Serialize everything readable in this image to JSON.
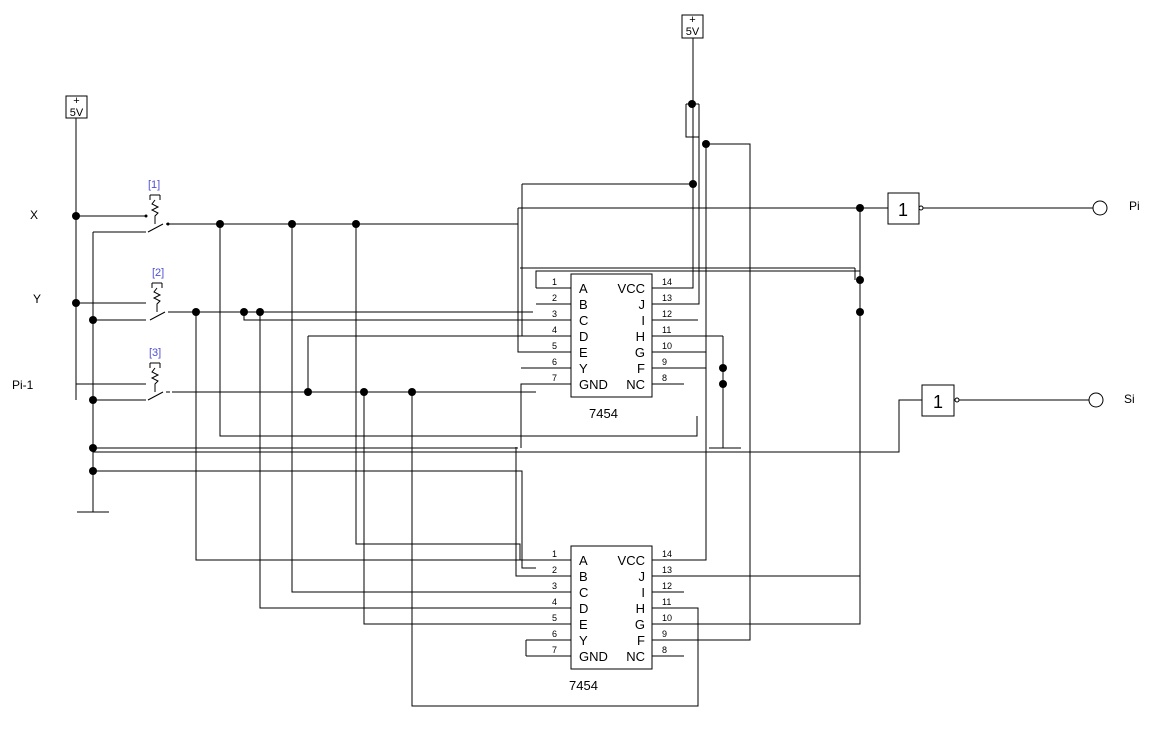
{
  "power": {
    "left_label": "5V",
    "right_label": "5V",
    "plus": "+"
  },
  "switches": [
    {
      "key": "[1]",
      "input": "X"
    },
    {
      "key": "[2]",
      "input": "Y"
    },
    {
      "key": "[3]",
      "input": "Pi-1"
    }
  ],
  "chips": [
    {
      "name": "7454",
      "left_pins": [
        {
          "num": "1",
          "label": "A"
        },
        {
          "num": "2",
          "label": "B"
        },
        {
          "num": "3",
          "label": "C"
        },
        {
          "num": "4",
          "label": "D"
        },
        {
          "num": "5",
          "label": "E"
        },
        {
          "num": "6",
          "label": "Y"
        },
        {
          "num": "7",
          "label": "GND"
        }
      ],
      "right_pins": [
        {
          "num": "14",
          "label": "VCC"
        },
        {
          "num": "13",
          "label": "J"
        },
        {
          "num": "12",
          "label": "I"
        },
        {
          "num": "11",
          "label": "H"
        },
        {
          "num": "10",
          "label": "G"
        },
        {
          "num": "9",
          "label": "F"
        },
        {
          "num": "8",
          "label": "NC"
        }
      ]
    },
    {
      "name": "7454",
      "left_pins": [
        {
          "num": "1",
          "label": "A"
        },
        {
          "num": "2",
          "label": "B"
        },
        {
          "num": "3",
          "label": "C"
        },
        {
          "num": "4",
          "label": "D"
        },
        {
          "num": "5",
          "label": "E"
        },
        {
          "num": "6",
          "label": "Y"
        },
        {
          "num": "7",
          "label": "GND"
        }
      ],
      "right_pins": [
        {
          "num": "14",
          "label": "VCC"
        },
        {
          "num": "13",
          "label": "J"
        },
        {
          "num": "12",
          "label": "I"
        },
        {
          "num": "11",
          "label": "H"
        },
        {
          "num": "10",
          "label": "G"
        },
        {
          "num": "9",
          "label": "F"
        },
        {
          "num": "8",
          "label": "NC"
        }
      ]
    }
  ],
  "buffers": [
    {
      "label": "1",
      "output": "Pi"
    },
    {
      "label": "1",
      "output": "Si"
    }
  ]
}
